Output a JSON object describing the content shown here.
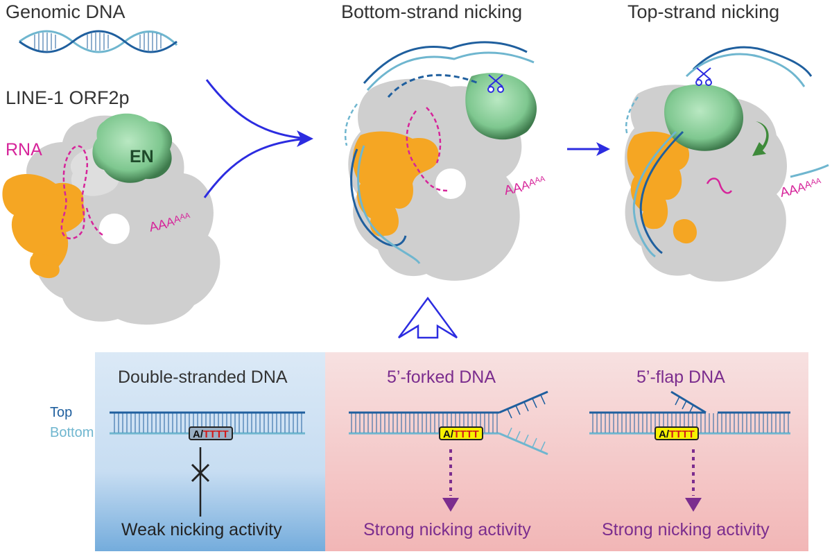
{
  "colors": {
    "dark_blue": "#1f5f9e",
    "light_blue": "#6fb6cf",
    "orange": "#f5a623",
    "grey_protein": "#cfcfcf",
    "green_en": "#7ec78f",
    "magenta": "#d6249a",
    "purple": "#7b2d8e",
    "arrow_blue": "#2c2ce0",
    "panel_blue": "#cfe2f3",
    "panel_pink": "#f6d9d9"
  },
  "titles": {
    "genomic_dna": "Genomic DNA",
    "orf2p": "LINE-1 ORF2p",
    "bottom_strand": "Bottom-strand nicking",
    "top_strand": "Top-strand nicking"
  },
  "labels": {
    "rna": "RNA",
    "en": "EN",
    "polyA": [
      "AA",
      "A",
      "A",
      "A",
      "A"
    ]
  },
  "panels": {
    "ds": {
      "title": "Double-stranded DNA",
      "result": "Weak nicking activity"
    },
    "forked": {
      "title": "5’-forked DNA",
      "result": "Strong nicking activity"
    },
    "flap": {
      "title": "5’-flap DNA",
      "result": "Strong nicking activity"
    }
  },
  "strand_labels": {
    "top": "Top",
    "bottom": "Bottom"
  },
  "motif": {
    "a": "A",
    "slash": "/",
    "t": "TTTT"
  }
}
